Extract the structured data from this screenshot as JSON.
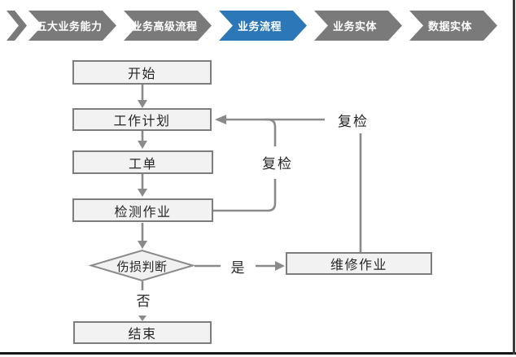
{
  "breadcrumb": {
    "items": [
      {
        "label": "五大业务能力",
        "active": false
      },
      {
        "label": "业务高级流程",
        "active": false
      },
      {
        "label": "业务流程",
        "active": true
      },
      {
        "label": "业务实体",
        "active": false
      },
      {
        "label": "数据实体",
        "active": false
      }
    ]
  },
  "diagram": {
    "nodes": {
      "start": "开始",
      "plan": "工作计划",
      "order": "工单",
      "inspect": "检测作业",
      "decision": "伤损判断",
      "repair": "维修作业",
      "end": "结束"
    },
    "labels": {
      "recheck_top": "复检",
      "recheck_loop": "复检",
      "yes": "是",
      "no": "否"
    }
  },
  "colors": {
    "chevron_active": "#2b77b8",
    "chevron_inactive": "#7a7a7a",
    "connector_gray": "#8a8a8a",
    "node_fill": "#f2f2f2",
    "node_border": "#7d7d7d"
  }
}
